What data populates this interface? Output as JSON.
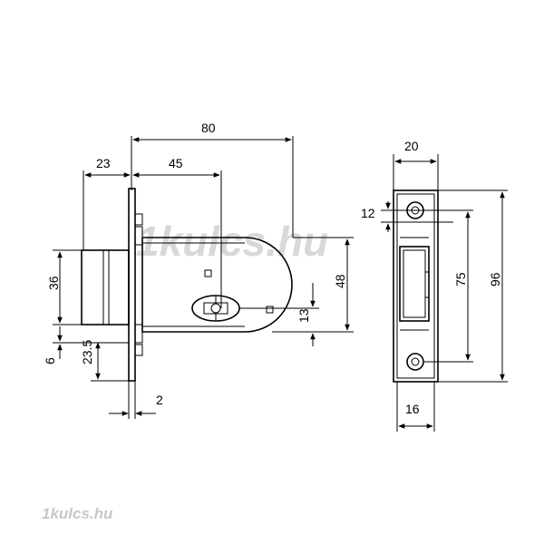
{
  "watermark": {
    "center_text": "1kulcs.hu",
    "corner_text": "1kulcs.hu",
    "color": "#d0d0d0"
  },
  "dimensions": {
    "overall_length": "80",
    "cylinder_projection": "23",
    "body_offset": "45",
    "cylinder_height": "36",
    "body_height": "48",
    "keyhole_offset": "13",
    "bottom_offset": "6",
    "cylinder_bottom": "23.5",
    "plate_thickness": "2",
    "strike_width": "20",
    "strike_hole": "12",
    "strike_slot": "75",
    "strike_height": "96",
    "strike_inner": "16"
  },
  "colors": {
    "line": "#000000",
    "background": "#ffffff"
  }
}
